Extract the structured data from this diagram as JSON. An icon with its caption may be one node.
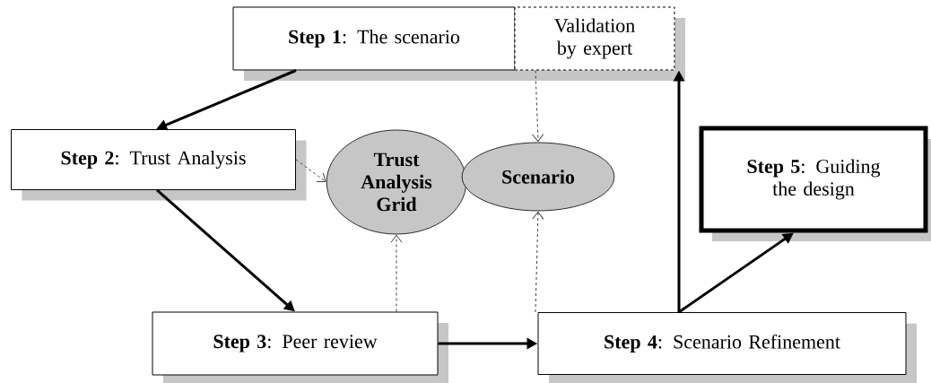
{
  "diagram": {
    "nodes": [
      {
        "text": [
          "**Step 1**: The scenario"
        ]
      },
      {
        "text": [
          "Validation by expert"
        ]
      },
      {
        "text": [
          "**Step 2**: Trust Analysis"
        ]
      },
      {
        "text": [
          "Trust Analysis Grid"
        ]
      },
      {
        "text": [
          "Scenario"
        ]
      },
      {
        "text": [
          "**Step 5**: Guiding the design"
        ]
      },
      {
        "text": [
          "**Step 3**: Peer review"
        ]
      },
      {
        "text": [
          "**Step 4**: Scenario Refinement"
        ]
      }
    ],
    "edges": [
      {
        "from": 0,
        "to": 2,
        "arrow": "to"
      },
      {
        "from": 2,
        "to": 6,
        "arrow": "to"
      },
      {
        "from": 2,
        "to": 3,
        "arrow": "to",
        "style": "dashed"
      },
      {
        "from": 1,
        "to": 4,
        "arrow": "to",
        "style": "dashed"
      },
      {
        "from": 6,
        "to": 3,
        "arrow": "to",
        "style": "dashed"
      },
      {
        "from": 7,
        "to": 4,
        "arrow": "to",
        "style": "dashed"
      },
      {
        "from": 6,
        "to": 7,
        "arrow": "to"
      },
      {
        "from": 7,
        "to": 1,
        "arrow": "to"
      },
      {
        "from": 7,
        "to": 5,
        "arrow": "to"
      }
    ]
  }
}
